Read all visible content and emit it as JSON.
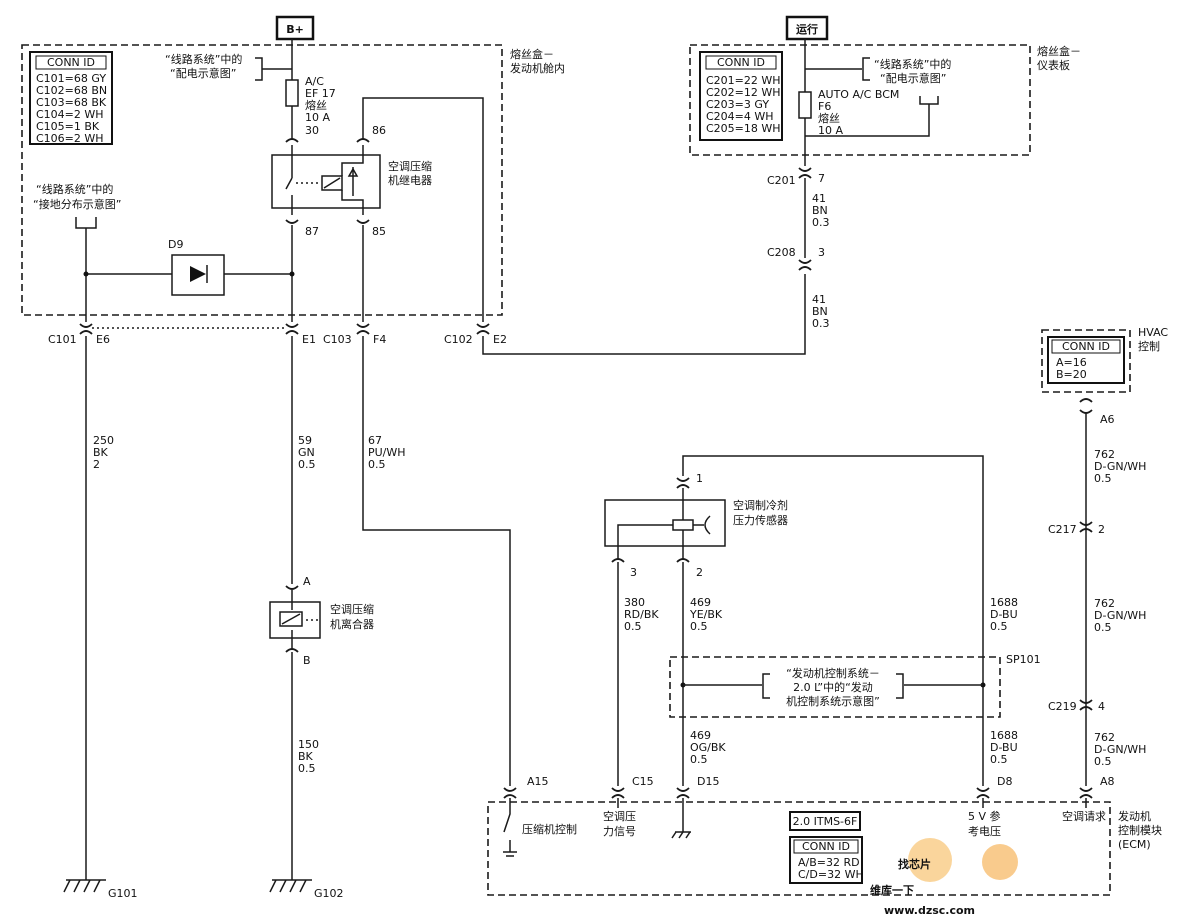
{
  "top": {
    "bplus": "B+",
    "run": "运行"
  },
  "fusebox1": {
    "title1": "熔丝盒－",
    "title2": "发动机舱内",
    "conn_title": "CONN ID",
    "conns": [
      "C101=68 GY",
      "C102=68 BN",
      "C103=68 BK",
      "C104=2 WH",
      "C105=1 BK",
      "C106=2 WH"
    ],
    "ref1_l1": "“线路系统”中的",
    "ref1_l2": "“配电示意图”",
    "ref2_l1": "“线路系统”中的",
    "ref2_l2": "“接地分布示意图”",
    "fuse_l1": "A/C",
    "fuse_l2": "EF 17",
    "fuse_l3": "熔丝",
    "fuse_l4": "10 A",
    "pin30": "30",
    "pin86": "86",
    "pin87": "87",
    "pin85": "85",
    "relay_l1": "空调压缩",
    "relay_l2": "机继电器",
    "diode": "D9"
  },
  "fusebox2": {
    "title1": "熔丝盒－",
    "title2": "仪表板",
    "conn_title": "CONN ID",
    "conns": [
      "C201=22 WH",
      "C202=12 WH",
      "C203=3 GY",
      "C204=4 WH",
      "C205=18 WH"
    ],
    "ref_l1": "“线路系统”中的",
    "ref_l2": "“配电示意图”",
    "fuse_l1": "AUTO A/C BCM",
    "fuse_l2": "F6",
    "fuse_l3": "熔丝",
    "fuse_l4": "10 A"
  },
  "connectors": {
    "c201": "C201",
    "c201_pin": "7",
    "c208": "C208",
    "c208_pin": "3",
    "c101": "C101",
    "e6": "E6",
    "e1": "E1",
    "c103": "C103",
    "f4": "F4",
    "c102": "C102",
    "e2": "E2",
    "c217": "C217",
    "c217_pin": "2",
    "c219": "C219",
    "c219_pin": "4",
    "a6": "A6"
  },
  "wires": {
    "w41a": [
      "41",
      "BN",
      "0.3"
    ],
    "w41b": [
      "41",
      "BN",
      "0.3"
    ],
    "w250": [
      "250",
      "BK",
      "2"
    ],
    "w59": [
      "59",
      "GN",
      "0.5"
    ],
    "w67": [
      "67",
      "PU/WH",
      "0.5"
    ],
    "w150": [
      "150",
      "BK",
      "0.5"
    ],
    "w380": [
      "380",
      "RD/BK",
      "0.5"
    ],
    "w469a": [
      "469",
      "YE/BK",
      "0.5"
    ],
    "w1688a": [
      "1688",
      "D-BU",
      "0.5"
    ],
    "w469b": [
      "469",
      "OG/BK",
      "0.5"
    ],
    "w1688b": [
      "1688",
      "D-BU",
      "0.5"
    ],
    "w762a": [
      "762",
      "D-GN/WH",
      "0.5"
    ],
    "w762b": [
      "762",
      "D-GN/WH",
      "0.5"
    ],
    "w762c": [
      "762",
      "D-GN/WH",
      "0.5"
    ]
  },
  "hvac": {
    "title1": "HVAC",
    "title2": "控制",
    "conn_title": "CONN ID",
    "conns": [
      "A=16",
      "B=20"
    ]
  },
  "sensor": {
    "l1": "空调制冷剂",
    "l2": "压力传感器",
    "pin1": "1",
    "pin3": "3",
    "pin2": "2"
  },
  "clutch": {
    "l1": "空调压缩",
    "l2": "机离合器",
    "pinA": "A",
    "pinB": "B"
  },
  "grounds": {
    "g101": "G101",
    "g102": "G102"
  },
  "splice": {
    "name": "SP101",
    "l1": "“发动机控制系统－",
    "l2": "2.0 L”中的“发动",
    "l3": "机控制系统示意图”"
  },
  "ecm": {
    "pins": [
      "A15",
      "C15",
      "D15",
      "D8",
      "A8"
    ],
    "lbl_comp": "压缩机控制",
    "lbl_sig_l1": "空调压",
    "lbl_sig_l2": "力信号",
    "lbl_ref_l1": "5 V 参",
    "lbl_ref_l2": "考电压",
    "lbl_req": "空调请求",
    "title1": "发动机",
    "title2": "控制模块",
    "title3": "(ECM)",
    "engine": "2.0 ITMS-6F",
    "conn_title": "CONN ID",
    "conns": [
      "A/B=32 RD",
      "C/D=32 WH"
    ]
  },
  "watermark": {
    "l1": "维库一下",
    "l2": "www.dzsc.com",
    "logo": "找芯片"
  }
}
